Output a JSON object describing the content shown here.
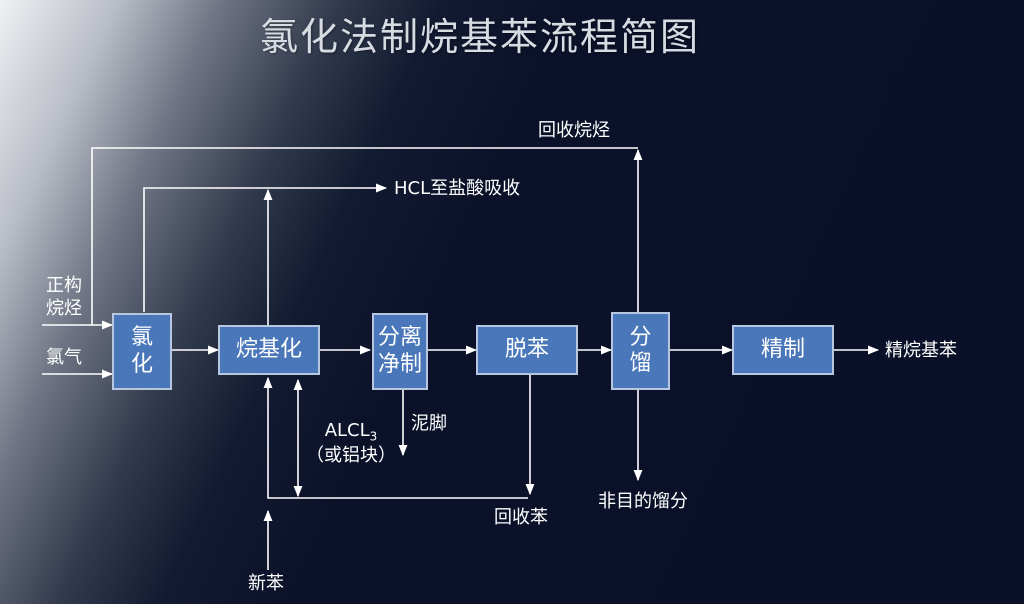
{
  "title": "氯化法制烷基苯流程简图",
  "nodes": {
    "chlorination": {
      "line1": "氯",
      "line2": "化"
    },
    "alkylation": {
      "label": "烷基化"
    },
    "separation": {
      "line1": "分离",
      "line2": "净制"
    },
    "debenzene": {
      "label": "脱苯"
    },
    "fractionation": {
      "line1": "分",
      "line2": "馏"
    },
    "refining": {
      "label": "精制"
    }
  },
  "labels": {
    "normal_paraffin_1": "正构",
    "normal_paraffin_2": "烷烃",
    "chlorine": "氯气",
    "recycled_paraffin": "回收烷烃",
    "hcl": "HCL至盐酸吸收",
    "sludge": "泥脚",
    "catalyst_main": "ALCL",
    "catalyst_sub": "3",
    "catalyst_alt": "（或铝块）",
    "recycled_benzene": "回收苯",
    "fresh_benzene": "新苯",
    "non_target_fraction": "非目的馏分",
    "product": "精烷基苯"
  },
  "colors": {
    "box_fill": "#4a77b9",
    "line": "#ffffff"
  }
}
